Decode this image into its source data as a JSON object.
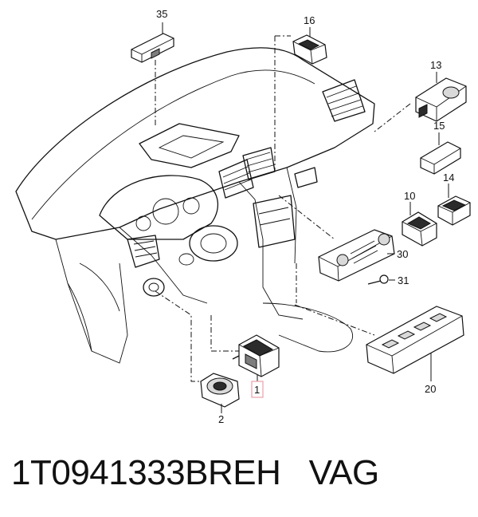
{
  "caption": {
    "part_number": "1T0941333BREH",
    "brand": "VAG"
  },
  "callouts": [
    {
      "id": "c35",
      "label": "35"
    },
    {
      "id": "c16",
      "label": "16"
    },
    {
      "id": "c13",
      "label": "13"
    },
    {
      "id": "c15",
      "label": "15"
    },
    {
      "id": "c14",
      "label": "14"
    },
    {
      "id": "c10",
      "label": "10"
    },
    {
      "id": "c30",
      "label": "30"
    },
    {
      "id": "c31",
      "label": "31"
    },
    {
      "id": "c20",
      "label": "20"
    },
    {
      "id": "c1",
      "label": "1"
    },
    {
      "id": "c2",
      "label": "2"
    }
  ],
  "colors": {
    "line": "#111111",
    "highlight_box": "#e8a0a8"
  }
}
